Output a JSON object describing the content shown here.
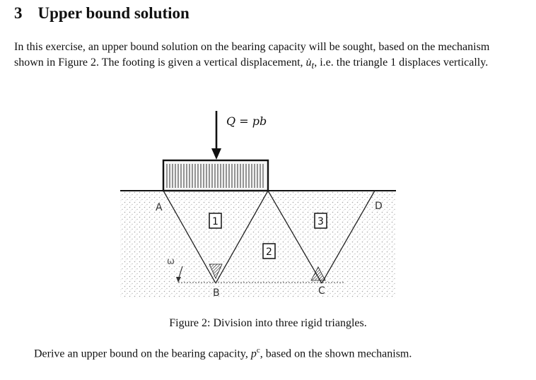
{
  "section": {
    "number": "3",
    "title": "Upper bound solution"
  },
  "intro": {
    "sentence1": "In this exercise, an upper bound solution on the bearing capacity will be sought, based on the mechanism shown in Figure 2.",
    "sentence2_before": "The footing is given a vertical displacement,",
    "sentence2_symbol": "u̇",
    "sentence2_subscript": "t",
    "sentence2_after": ", i.e. the triangle 1 displaces vertically."
  },
  "figure": {
    "load_label": "Q = pb",
    "point_labels": {
      "A": "A",
      "B": "B",
      "C": "C",
      "D": "D"
    },
    "triangle_labels": [
      "1",
      "2",
      "3"
    ],
    "velocity_label": "ω",
    "caption": "Figure 2: Division into three rigid triangles."
  },
  "question": {
    "before": "Derive an upper bound on the bearing capacity,",
    "symbol": "p",
    "superscript": "c",
    "after": ", based on the shown mechanism."
  },
  "colors": {
    "ink": "#111111",
    "soil_dots": "#a8a8a8"
  }
}
